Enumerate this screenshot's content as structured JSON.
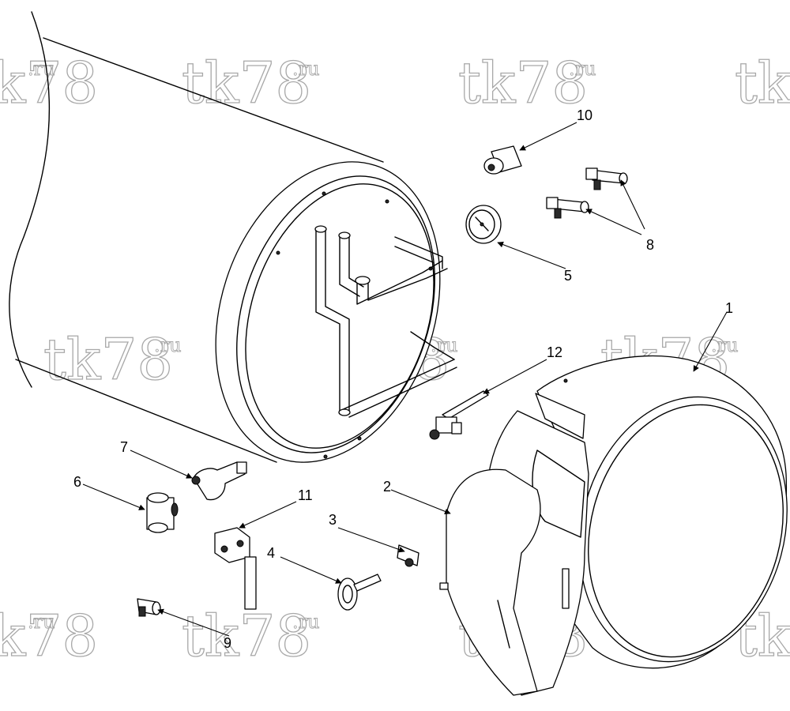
{
  "watermark": {
    "main": "tk78",
    "suffix": ".ru"
  },
  "callouts": {
    "c1": "1",
    "c2": "2",
    "c3": "3",
    "c4": "4",
    "c5": "5",
    "c6": "6",
    "c7": "7",
    "c8": "8",
    "c9": "9",
    "c10": "10",
    "c11": "11",
    "c12": "12"
  }
}
